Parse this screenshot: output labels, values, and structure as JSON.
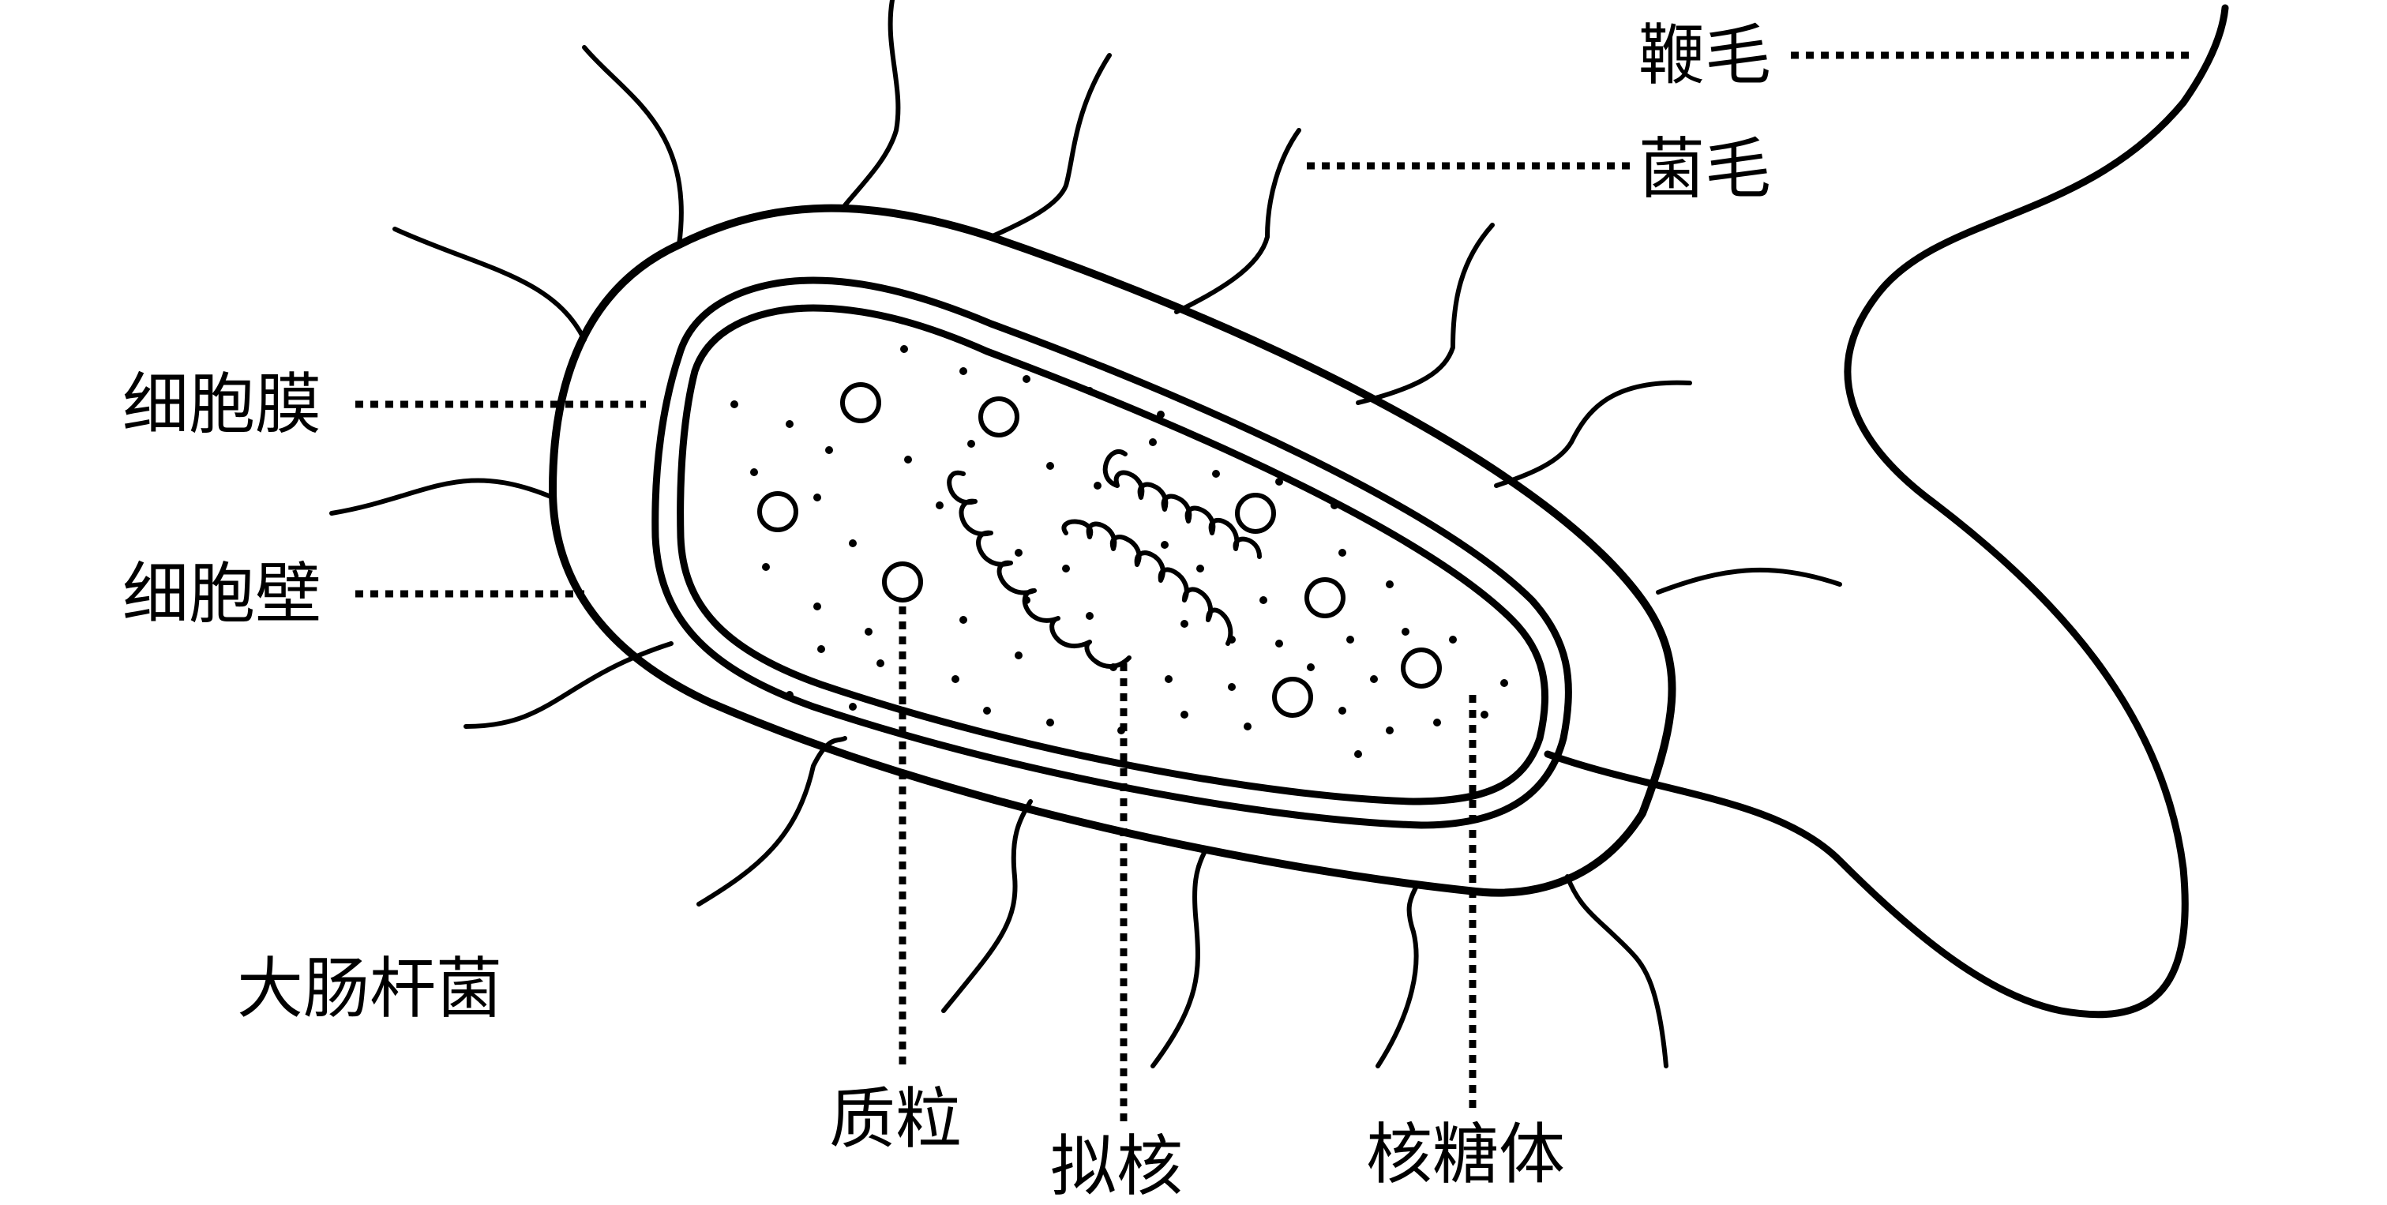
{
  "labels": {
    "flagellum": "鞭毛",
    "pili": "菌毛",
    "cell_membrane": "细胞膜",
    "cell_wall": "细胞壁",
    "organism": "大肠杆菌",
    "plasmid": "质粒",
    "nucleoid": "拟核",
    "ribosome": "核糖体"
  },
  "colors": {
    "ink": "#000000",
    "background": "#ffffff"
  }
}
